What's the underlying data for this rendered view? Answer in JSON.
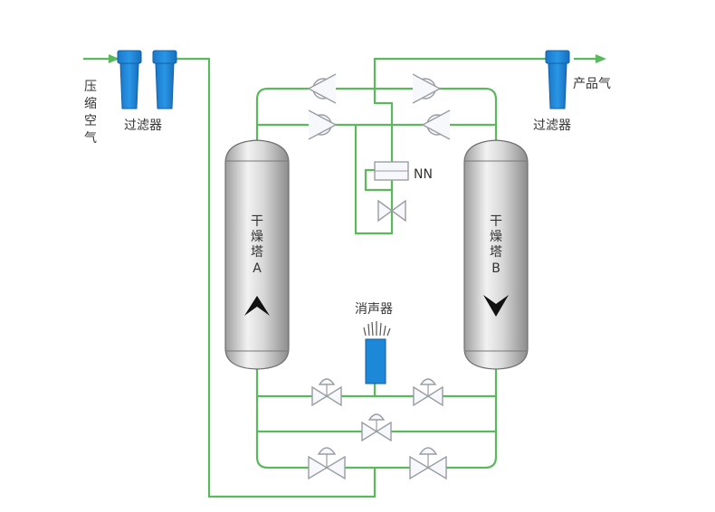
{
  "diagram": {
    "title": "",
    "colors": {
      "pipe": "#5cb85c",
      "filter": "#1e88d8",
      "tower": "#c9c9c9",
      "valve": "#9a9da3",
      "text": "#333333"
    },
    "labels": {
      "inlet": [
        "压",
        "缩",
        "空",
        "气"
      ],
      "inlet_filter": "过滤器",
      "outlet": "产品气",
      "outlet_filter": "过滤器",
      "silencer": "消声器",
      "tower_a": [
        "干",
        "燥",
        "塔",
        "A"
      ],
      "tower_b": [
        "干",
        "燥",
        "塔",
        "B"
      ],
      "spring_symbol": "NN"
    },
    "components": [
      {
        "id": "inlet-filter-1",
        "type": "filter"
      },
      {
        "id": "inlet-filter-2",
        "type": "filter"
      },
      {
        "id": "outlet-filter",
        "type": "filter"
      },
      {
        "id": "tower-a",
        "type": "drying-tower",
        "flow": "up"
      },
      {
        "id": "tower-b",
        "type": "drying-tower",
        "flow": "down"
      },
      {
        "id": "silencer",
        "type": "muffler"
      },
      {
        "id": "check-valves",
        "type": "check-valve",
        "count": 4
      },
      {
        "id": "pressure-regulator",
        "type": "spring-valve"
      },
      {
        "id": "throttle-valve",
        "type": "valve"
      },
      {
        "id": "pneumatic-valves",
        "type": "control-valve",
        "count": 5
      }
    ]
  }
}
